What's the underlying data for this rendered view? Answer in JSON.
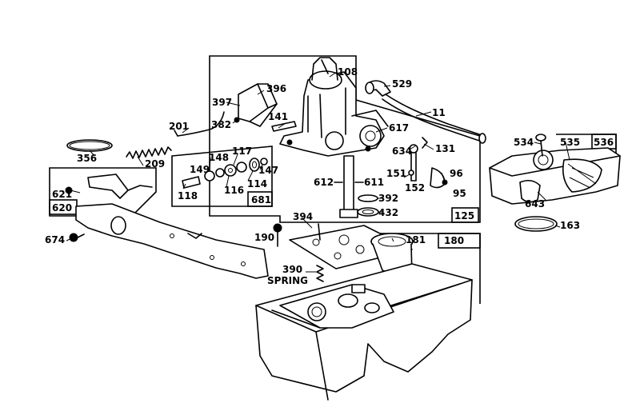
{
  "labels": {
    "p108": "108",
    "p529": "529",
    "p396": "396",
    "p397": "397",
    "p382": "382",
    "p141": "141",
    "p11": "11",
    "p201": "201",
    "p617": "617",
    "p356": "356",
    "p209": "209",
    "p117": "117",
    "p148": "148",
    "p149": "149",
    "p147": "147",
    "p114": "114",
    "p116": "116",
    "p118": "118",
    "p681": "681",
    "p634": "634",
    "p131": "131",
    "p151": "151",
    "p152": "152",
    "p96": "96",
    "p95": "95",
    "p612": "612",
    "p611": "611",
    "p392": "392",
    "p432": "432",
    "p125": "125",
    "p621": "621",
    "p620": "620",
    "p674": "674",
    "p190": "190",
    "p394": "394",
    "p181": "181",
    "p180": "180",
    "p390": "390",
    "spring": "SPRING",
    "p534": "534",
    "p535": "535",
    "p536": "536",
    "p643": "643",
    "p163": "163"
  }
}
